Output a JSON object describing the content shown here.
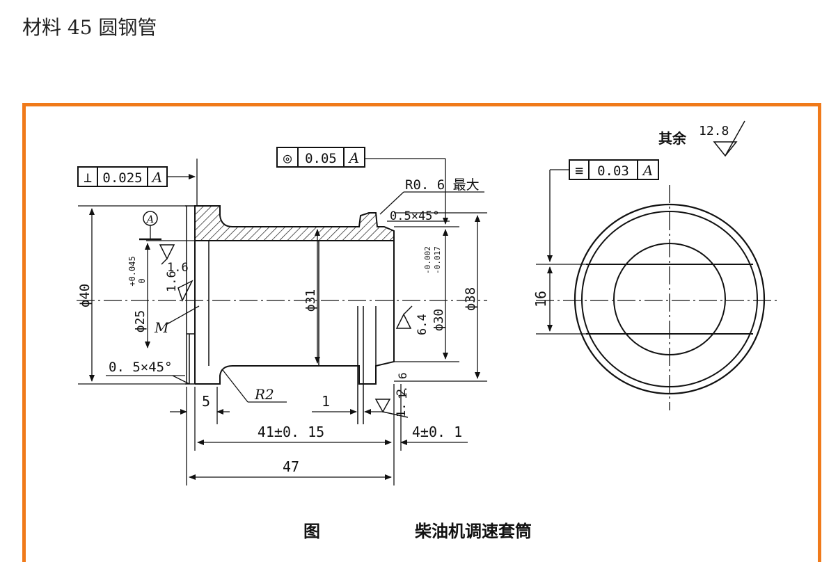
{
  "header": {
    "material": "材料 45 圆钢管"
  },
  "drawing": {
    "caption_fig": "图",
    "caption_title": "柴油机调速套筒",
    "surface_rest": "其余",
    "surface_rest_value": "12.8",
    "datum": "A",
    "fcf_perpendicularity": {
      "symbol": "⊥",
      "value": "0.025",
      "datum": "A"
    },
    "fcf_concentricity": {
      "symbol": "◎",
      "value": "0.05",
      "datum": "A"
    },
    "fcf_symmetry": {
      "symbol": "≡",
      "value": "0.03",
      "datum": "A"
    },
    "labels": {
      "radius_max": "R0. 6 最大",
      "chamfer_top": "0.5×45°",
      "chamfer_bottom": "0. 5×45°",
      "d40": "ϕ40",
      "d25": "ϕ25",
      "d25_tol_upper": "+0.045",
      "d25_tol_lower": "0",
      "d31": "ϕ31",
      "d30": "ϕ30",
      "d30_tol_upper": "-0.002",
      "d30_tol_lower": "-0.017",
      "d38": "ϕ38",
      "rough_16_a": "1.6",
      "rough_16_b": "1.6",
      "rough_64": "6.4",
      "rough_16_c": "1. 6",
      "rough_12": "1. 2",
      "m_label": "M",
      "r2": "R2",
      "dim_5": "5",
      "dim_1": "1",
      "dim_41": "41±0. 15",
      "dim_4": "4±0. 1",
      "dim_47": "47",
      "dim_16": "16"
    }
  }
}
